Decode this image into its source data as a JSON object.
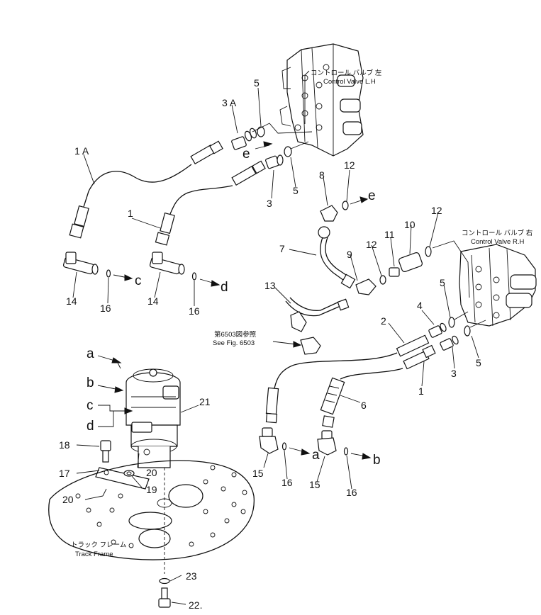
{
  "figure": {
    "control_valve_lh": {
      "jp": "コントロール バルブ 左",
      "en": "Control Valve L.H"
    },
    "control_valve_rh": {
      "jp": "コントロール バルブ 右",
      "en": "Control Valve R.H"
    },
    "see_fig": {
      "jp": "第6503図参照",
      "en": "See Fig. 6503"
    },
    "track_frame": {
      "jp": "トラック フレーム",
      "en": "Track Frame"
    }
  },
  "part_numbers": {
    "p1a": "1 A",
    "p3a": "3 A",
    "p1_left": "1",
    "p1_right": "1",
    "p2": "2",
    "p3_left": "3",
    "p3_right": "3",
    "p4": "4",
    "p5_top": "5",
    "p5_mid": "5",
    "p5_r1": "5",
    "p5_r2": "5",
    "p6": "6",
    "p7": "7",
    "p8": "8",
    "p9": "9",
    "p10": "10",
    "p11": "11",
    "p12_top": "12",
    "p12_mid": "12",
    "p12_r": "12",
    "p13": "13",
    "p14_l": "14",
    "p14_r": "14",
    "p15_l": "15",
    "p15_r": "15",
    "p16_1": "16",
    "p16_2": "16",
    "p16_3": "16",
    "p16_4": "16",
    "p17": "17",
    "p18": "18",
    "p19": "19",
    "p20_a": "20",
    "p20_b": "20",
    "p21": "21",
    "p22": "22.",
    "p23": "23"
  },
  "connection_letters": {
    "e_top": "e",
    "e_right": "e",
    "c_out": "c",
    "d_out": "d",
    "a_in": "a",
    "b_in": "b",
    "c_in": "c",
    "d_in": "d",
    "a_out": "a",
    "b_out": "b"
  }
}
